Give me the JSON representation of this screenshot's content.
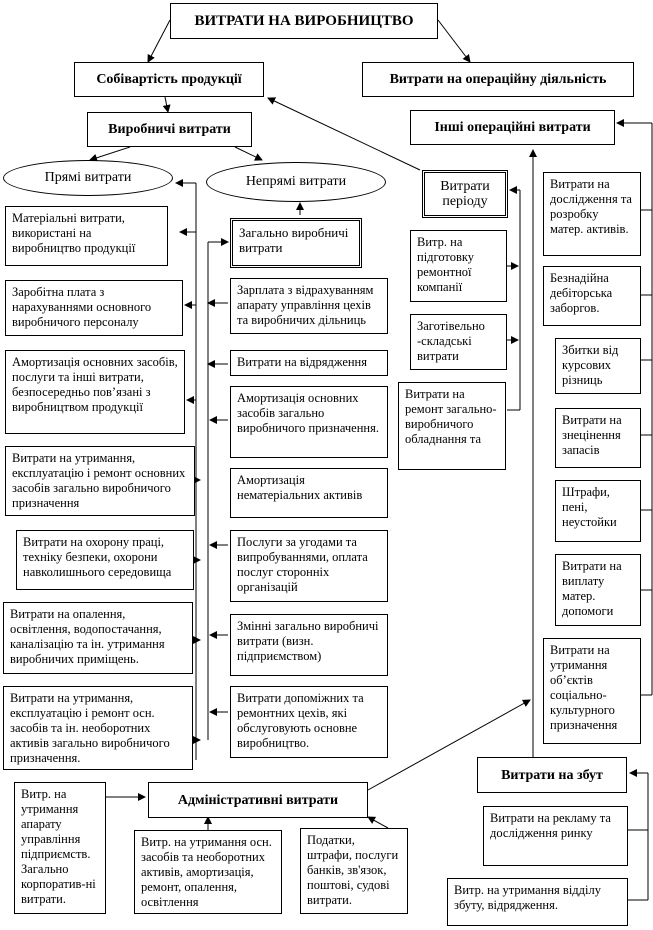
{
  "title": "ВИТРАТИ НА ВИРОБНИЦТВО",
  "cost_of_production": "Собівартість продукції",
  "operating_expenses": "Витрати на операційну діяльність",
  "production_costs": "Виробничі витрати",
  "other_operating": "Інші операційні витрати",
  "direct_costs": "Прямі витрати",
  "indirect_costs": "Непрямі витрати",
  "period_costs": "Витрати періоду",
  "general_production": "Загально виробничі витрати",
  "direct_items": [
    "Матеріальні витрати, використані на виробництво продукції",
    "Заробітна плата з нарахуваннями основного виробничого персоналу",
    "Амортизація основних засобів, послуги та інші витрати, безпосередньо пов’язані з виробництвом продукції",
    "Витрати на утримання, експлуатацію і ремонт основних засобів загально виробничого призначення",
    "Витрати на охорону праці, техніку безпеки, охорони навколишнього середовища",
    "Витрати на опалення, освітлення, водопостачання, каналізацію та ін. утримання виробничих приміщень.",
    "Витрати на утримання, експлуатацію і ремонт осн. засобів та ін. необоротних активів загально виробничого призначення."
  ],
  "indirect_items": [
    "Зарплата з відрахуванням апарату управління цехів та виробничих дільниць",
    "Витрати на відрядження",
    "Амортизація основних засобів загально виробничого призначення.",
    "Амортизація нематеріальних активів",
    "Послуги за угодами та випробуваннями, оплата послуг сторонніх організацій",
    "Змінні загально виробничі витрати (визн. підприємством)",
    "Витрати допоміжних та ремонтних цехів, які обслуговують основне виробництво."
  ],
  "period_items": [
    "Витр. на підготовку ремонтної компанії",
    "Заготівельно -складські витрати",
    "Витрати на ремонт загально-виробничого обладнання та"
  ],
  "other_items": [
    "Витрати на дослідження та розробку матер. активів.",
    "Безнадійна дебіторська заборгов.",
    "Збитки від курсових різниць",
    "Витрати на знецінення запасів",
    "Штрафи, пені, неустойки",
    "Витрати на виплату матер. допомоги",
    "Витрати на утримання об’єктів соціально-культурного призначення"
  ],
  "admin": "Адміністративні витрати",
  "admin_items": [
    "Витр. на утримання апарату управління підприємств. Загально корпоратив-ні витрати.",
    "Витр. на утримання осн. засобів та необоротних активів, амортизація, ремонт, опалення, освітлення",
    "Податки, штрафи, послуги банків, зв'язок, поштові, судові витрати."
  ],
  "sales": "Витрати на збут",
  "sales_items": [
    "Витрати на рекламу та дослідження ринку",
    "Витр. на утримання відділу збуту, відрядження."
  ]
}
